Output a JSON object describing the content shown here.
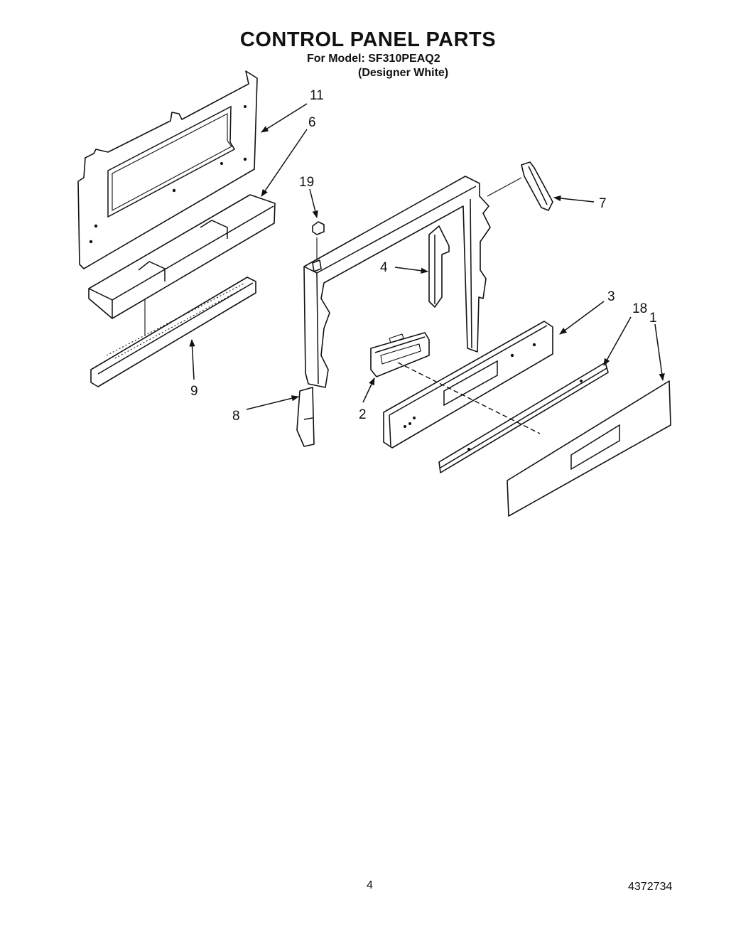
{
  "header": {
    "title": "CONTROL PANEL PARTS",
    "model_line": "For Model: SF310PEAQ2",
    "color_line": "(Designer White)"
  },
  "callouts": [
    "11",
    "6",
    "19",
    "7",
    "4",
    "3",
    "18",
    "1",
    "9",
    "8",
    "2"
  ],
  "footer": {
    "page_number": "4",
    "document_number": "4372734"
  }
}
